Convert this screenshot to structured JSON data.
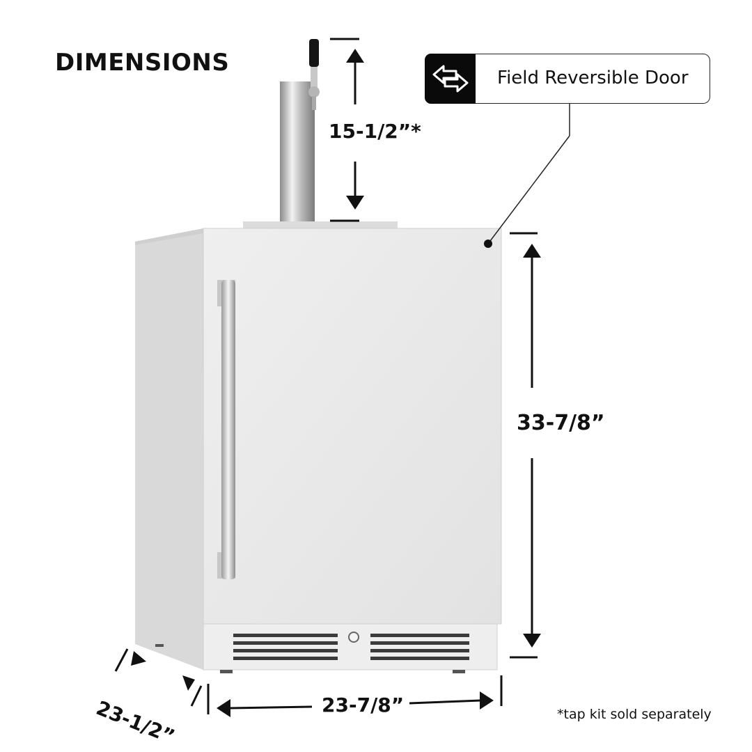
{
  "title": "DIMENSIONS",
  "badge": {
    "label": "Field Reversible Door",
    "icon": "swap-arrows-icon"
  },
  "dimensions": {
    "tower_height": "15-1/2”*",
    "height": "33-7/8”",
    "width": "23-7/8”",
    "depth": "23-1/2”"
  },
  "footnote": "*tap kit sold separately",
  "colors": {
    "text": "#111111",
    "steel": "#e9e9e9",
    "badge_icon_bg": "#0a0a0a"
  }
}
